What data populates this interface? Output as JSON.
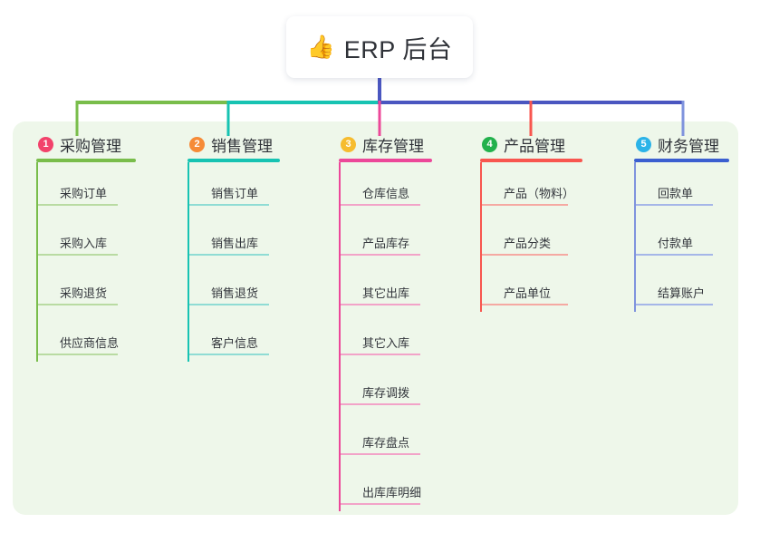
{
  "diagram": {
    "title": "ERP 后台",
    "root": {
      "icon": "thumbs-up-icon",
      "emoji": "👍",
      "label": "ERP 后台"
    },
    "panel_color": "#eef7ea",
    "stem_color": "#4a56c0",
    "branches": [
      {
        "index": "1",
        "title": "采购管理",
        "badge_color": "#f2426b",
        "line_color": "#79bd4b",
        "leaf_line_color": "#b9dba2",
        "drop_color": "#79bd4b",
        "items": [
          "采购订单",
          "采购入库",
          "采购退货",
          "供应商信息"
        ]
      },
      {
        "index": "2",
        "title": "销售管理",
        "badge_color": "#f68b37",
        "line_color": "#17c3b2",
        "leaf_line_color": "#8fdcd4",
        "drop_color": "#17c3b2",
        "items": [
          "销售订单",
          "销售出库",
          "销售退货",
          "客户信息"
        ]
      },
      {
        "index": "3",
        "title": "库存管理",
        "badge_color": "#f6bc2f",
        "line_color": "#ec4899",
        "leaf_line_color": "#f2a3c8",
        "drop_color": "#ec4899",
        "items": [
          "仓库信息",
          "产品库存",
          "其它出库",
          "其它入库",
          "库存调拨",
          "库存盘点",
          "出库库明细"
        ]
      },
      {
        "index": "4",
        "title": "产品管理",
        "badge_color": "#22b14c",
        "line_color": "#f8564f",
        "leaf_line_color": "#f5a9a2",
        "drop_color": "#f8564f",
        "items": [
          "产品（物料）",
          "产品分类",
          "产品单位"
        ]
      },
      {
        "index": "5",
        "title": "财务管理",
        "badge_color": "#2bb3e8",
        "line_color": "#3b5fd0",
        "leaf_line_color": "#a5b6e8",
        "drop_color": "#7f93dd",
        "items": [
          "回款单",
          "付款单",
          "结算账户"
        ]
      }
    ],
    "connector": {
      "segments": [
        {
          "name": "left-green",
          "color": "#79bd4b"
        },
        {
          "name": "mid-teal",
          "color": "#17c3b2"
        },
        {
          "name": "right-indigo",
          "color": "#4a56c0"
        }
      ]
    }
  }
}
